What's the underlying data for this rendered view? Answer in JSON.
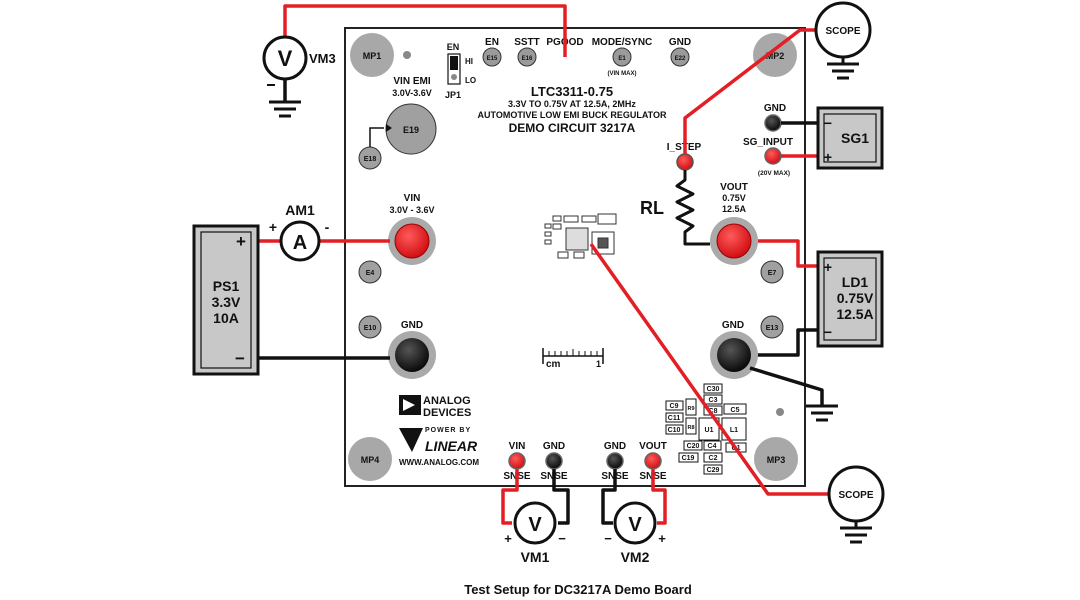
{
  "colors": {
    "red_wire": "#e31e24",
    "black_wire": "#111111",
    "instrument_grey": "#c8c8c8",
    "board": "#ffffff",
    "terminal_grey": "#9a9a9a"
  },
  "board": {
    "part": "LTC3311-0.75",
    "line1": "3.3V TO 0.75V AT 12.5A, 2MHz",
    "line2": "AUTOMOTIVE LOW EMI BUCK REGULATOR",
    "line3": "DEMO CIRCUIT 3217A",
    "mounting_holes": [
      "MP1",
      "MP2",
      "MP3",
      "MP4"
    ],
    "jumper": {
      "name": "JP1",
      "title": "EN",
      "hi": "HI",
      "lo": "LO"
    },
    "vin_emi": {
      "label": "VIN EMI",
      "range": "3.0V-3.6V",
      "turret": "E19",
      "small_turret": "E18"
    },
    "top_terminals": [
      {
        "label": "EN",
        "turret": "E15"
      },
      {
        "label": "SSTT",
        "turret": "E16"
      },
      {
        "label": "PGOOD",
        "turret": ""
      },
      {
        "label": "MODE/SYNC",
        "turret": "E1",
        "note": "(VIN MAX)"
      },
      {
        "label": "GND",
        "turret": "E22"
      }
    ],
    "vin": {
      "label": "VIN",
      "range": "3.0V - 3.6V",
      "turret": "E4"
    },
    "gnd_left": {
      "label": "GND",
      "turret": "E10"
    },
    "vout": {
      "label": "VOUT",
      "voltage": "0.75V",
      "current": "12.5A",
      "turret": "E7"
    },
    "gnd_right": {
      "label": "GND",
      "turret": "E13"
    },
    "i_step": "I_STEP",
    "sg_gnd": "GND",
    "sg_input": {
      "label": "SG_INPUT",
      "note": "(20V MAX)"
    },
    "ruler": {
      "unit": "cm",
      "mark": "1"
    },
    "sense": [
      {
        "top": "VIN",
        "bottom": "SNSE"
      },
      {
        "top": "GND",
        "bottom": "SNSE"
      },
      {
        "top": "GND",
        "bottom": "SNSE"
      },
      {
        "top": "VOUT",
        "bottom": "SNSE"
      }
    ],
    "logo": {
      "analog_line1": "ANALOG",
      "analog_line2": "DEVICES",
      "power_by": "POWER BY",
      "linear": "LINEAR",
      "website": "WWW.ANALOG.COM"
    },
    "components": [
      "C30",
      "C3",
      "C9",
      "R9",
      "C5",
      "C11",
      "C10",
      "R8",
      "U1",
      "L1",
      "C20",
      "C4",
      "C19",
      "C2",
      "C29",
      "C1",
      "C8"
    ]
  },
  "instruments": {
    "vm3": {
      "symbol": "V",
      "name": "VM3"
    },
    "am1": {
      "symbol": "A",
      "name": "AM1",
      "plus": "+",
      "minus": "-"
    },
    "ps1": {
      "name": "PS1",
      "voltage": "3.3V",
      "current": "10A",
      "plus": "+",
      "minus": "−"
    },
    "scope_top": "SCOPE",
    "scope_bottom": "SCOPE",
    "sg1": {
      "name": "SG1",
      "plus": "+",
      "minus": "−"
    },
    "ld1": {
      "name": "LD1",
      "voltage": "0.75V",
      "current": "12.5A",
      "plus": "+",
      "minus": "−"
    },
    "rl": "RL",
    "vm1": {
      "symbol": "V",
      "name": "VM1",
      "plus": "+",
      "minus": "−"
    },
    "vm2": {
      "symbol": "V",
      "name": "VM2",
      "plus": "+",
      "minus": "−"
    }
  },
  "caption": "Test Setup for DC3217A Demo Board"
}
